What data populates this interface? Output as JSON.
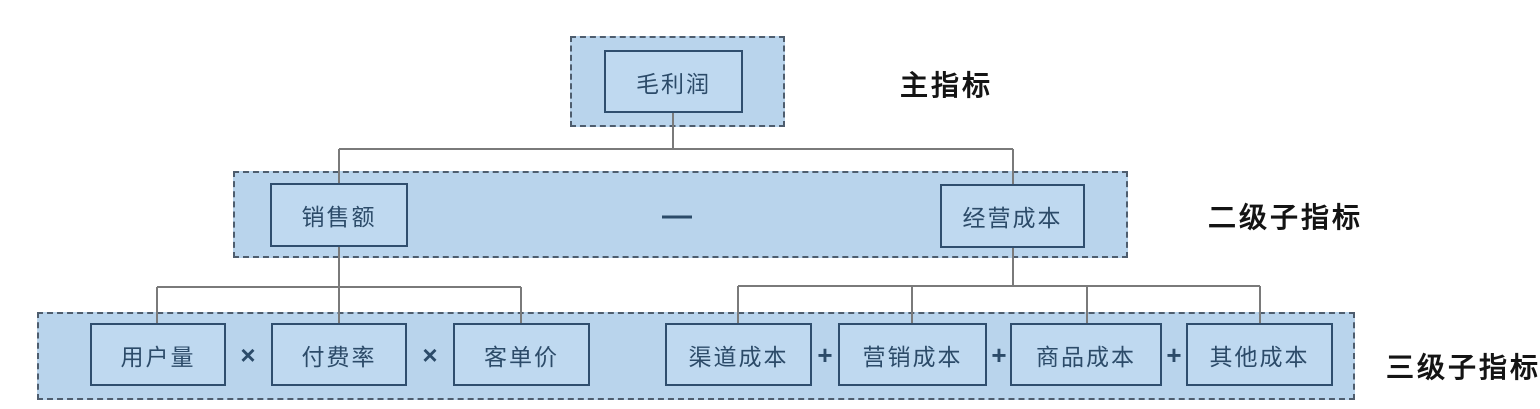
{
  "diagram": {
    "type": "metric-decomposition-tree",
    "root": {
      "label": "毛利润"
    },
    "level2": {
      "left": "销售额",
      "operator": "—",
      "right": "经营成本"
    },
    "level3": {
      "sales_children": [
        "用户量",
        "付费率",
        "客单价"
      ],
      "sales_operator": "×",
      "cost_children": [
        "渠道成本",
        "营销成本",
        "商品成本",
        "其他成本"
      ],
      "cost_operator": "+"
    },
    "side_labels": {
      "level1": "主指标",
      "level2": "二级子指标",
      "level3": "三级子指标"
    }
  },
  "colors": {
    "container_fill": "#b9d4ec",
    "box_fill": "#bfd9f0",
    "box_border": "#2f4e6e",
    "box_text": "#2c4b69",
    "dashed_border": "#4e5d6e",
    "connector": "#7a7a7a",
    "label_text": "#141414"
  }
}
